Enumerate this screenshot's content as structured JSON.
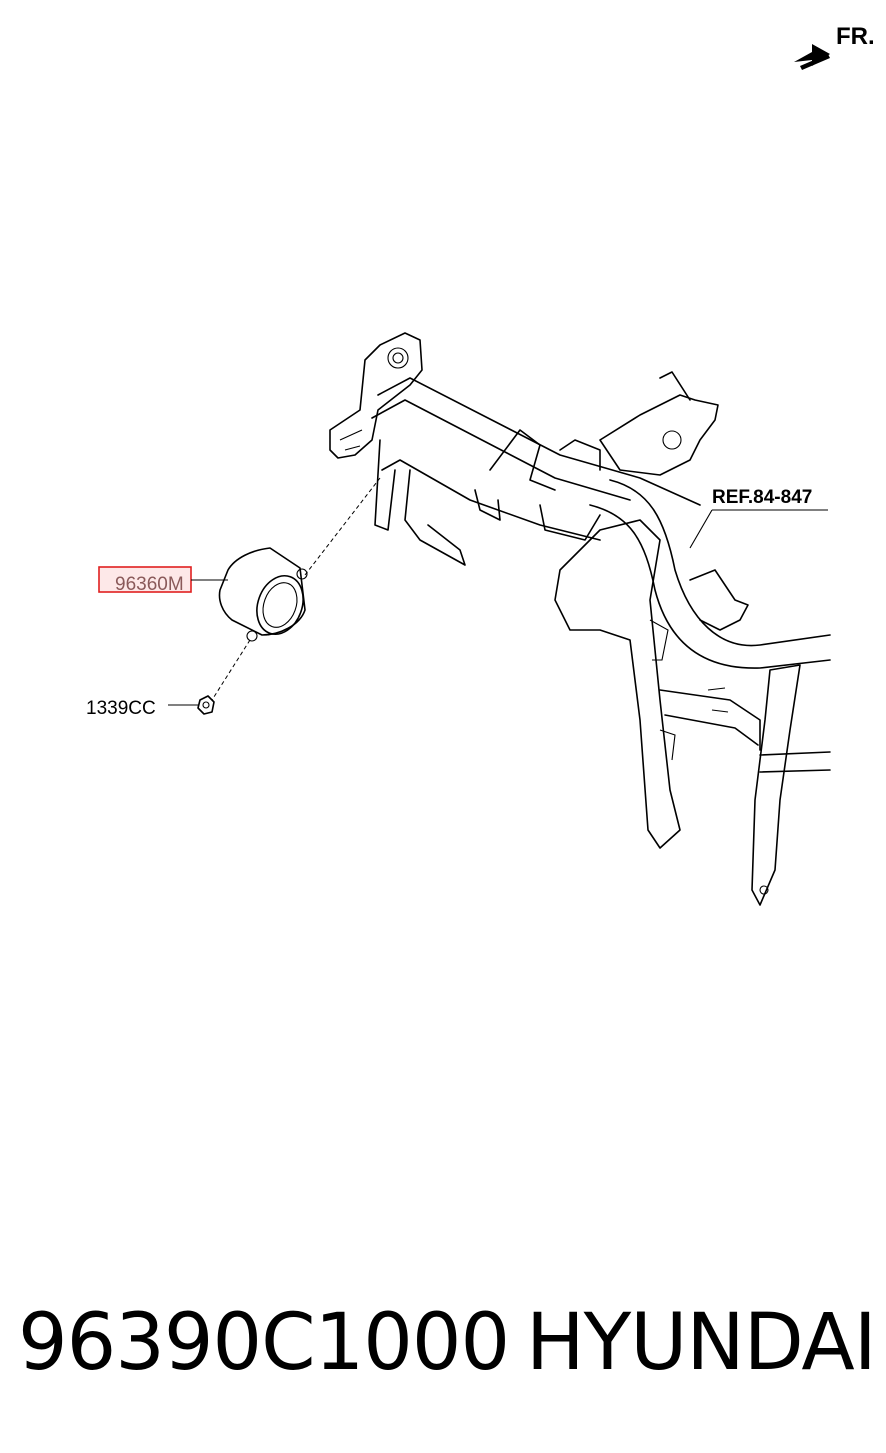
{
  "orientation": {
    "label": "FR."
  },
  "callouts": {
    "reference": "REF.84-847",
    "highlighted_part": "96360M",
    "fastener": "1339CC"
  },
  "footer": {
    "part_number": "96390C1000",
    "brand": "HYUNDAI"
  },
  "colors": {
    "highlight_border": "#e02020",
    "highlight_fill": "#fde8e8",
    "highlight_text": "#8a5a5a",
    "line": "#000000"
  }
}
